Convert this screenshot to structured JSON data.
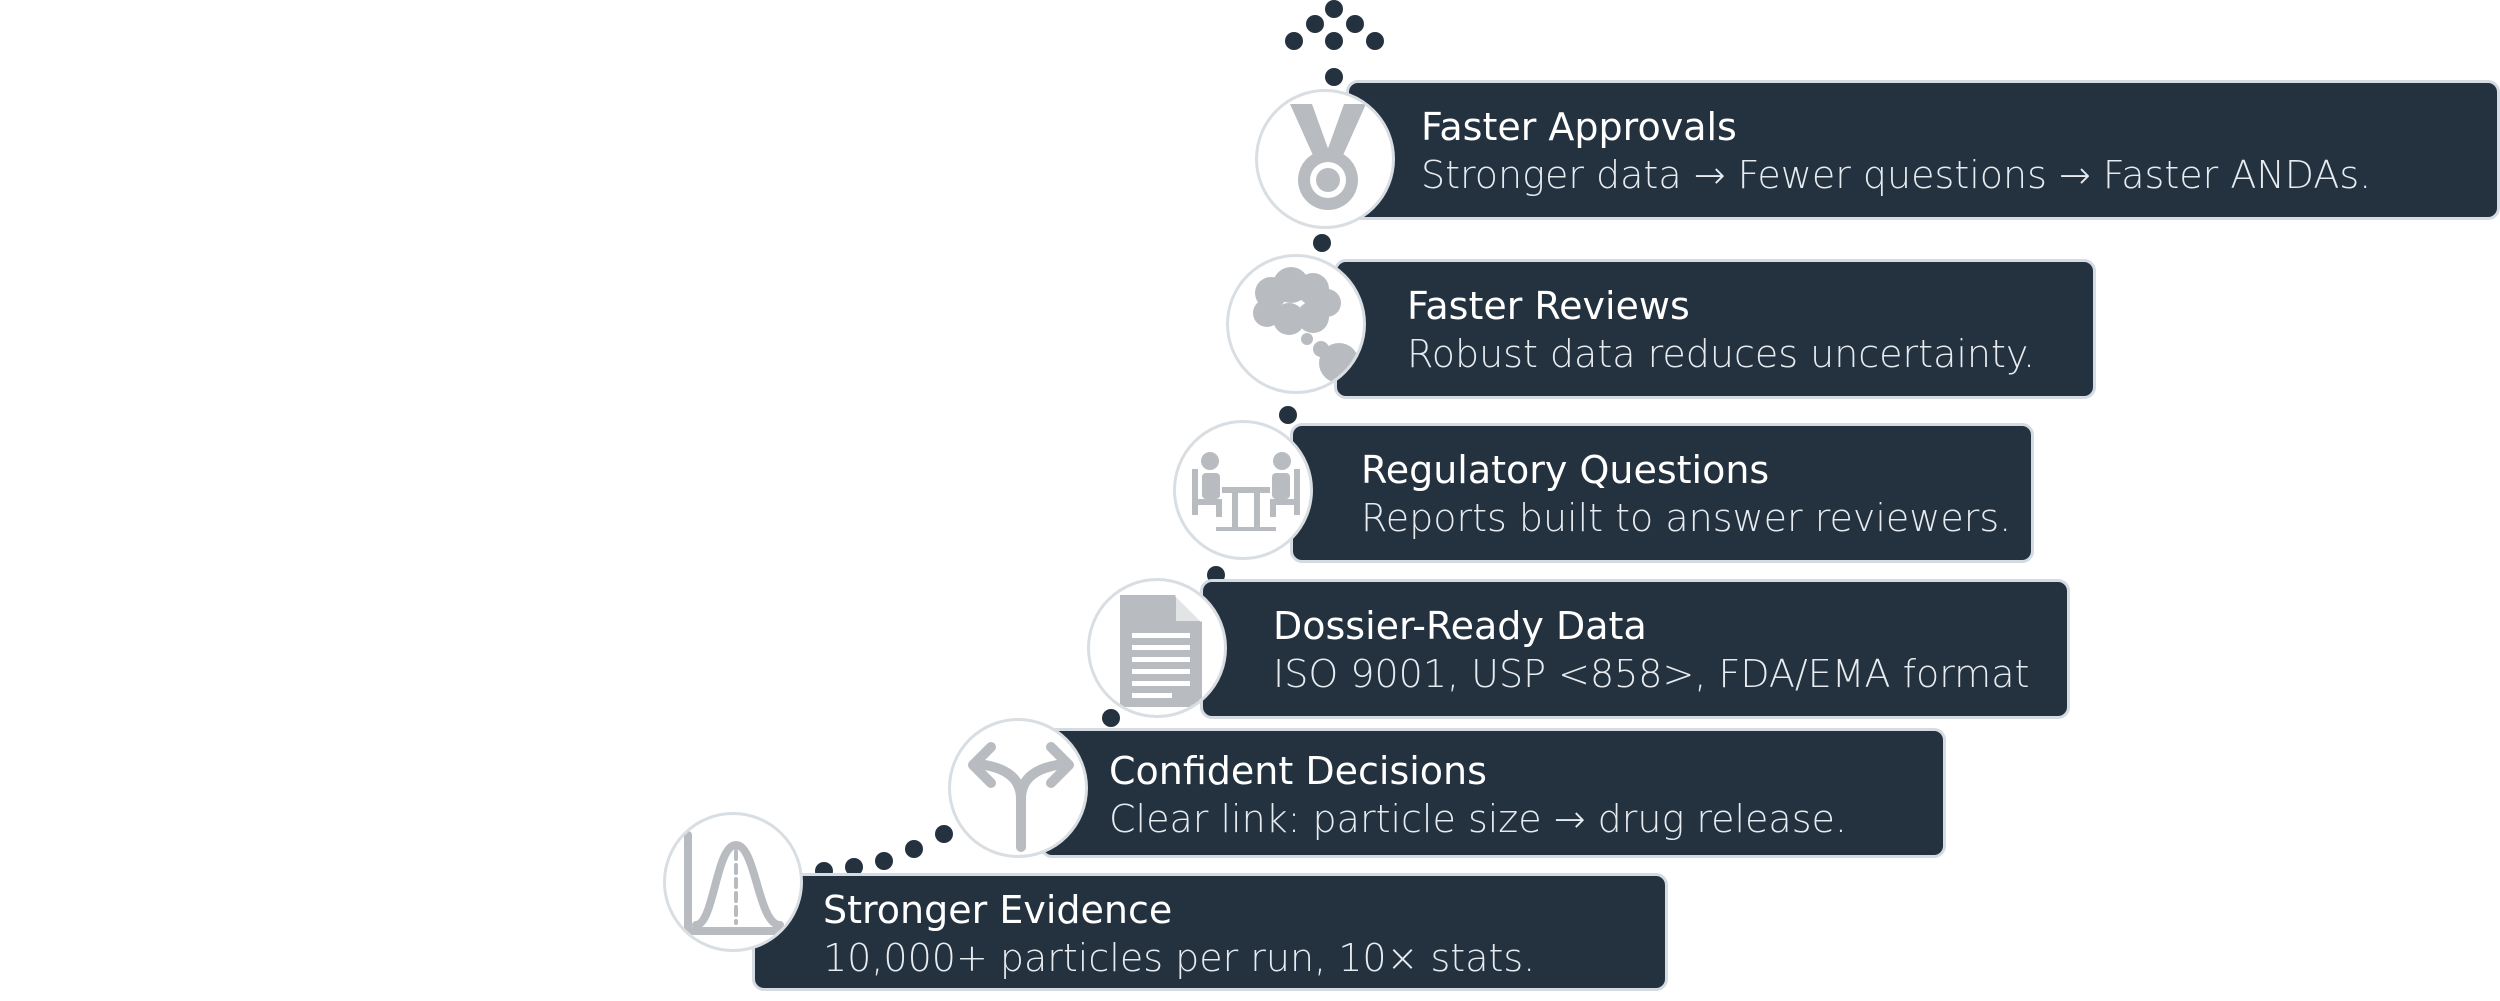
{
  "steps": [
    {
      "title": "Faster Approvals",
      "subtitle": "Stronger data → Fewer questions → Faster ANDAs.",
      "icon": "medal-icon"
    },
    {
      "title": "Faster Reviews",
      "subtitle": "Robust data reduces uncertainty.",
      "icon": "thought-cloud-icon"
    },
    {
      "title": "Regulatory Questions",
      "subtitle": "Reports built to answer reviewers.",
      "icon": "meeting-icon"
    },
    {
      "title": "Dossier-Ready Data",
      "subtitle": "ISO 9001, USP <858>, FDA/EMA format",
      "icon": "document-icon"
    },
    {
      "title": "Confident Decisions",
      "subtitle": "Clear link: particle size → drug release.",
      "icon": "fork-arrows-icon"
    },
    {
      "title": "Stronger Evidence",
      "subtitle": "10,000+ particles per run, 10× stats.",
      "icon": "distribution-curve-icon"
    }
  ],
  "colors": {
    "bar": "#243240",
    "icon": "#b8bcc0",
    "ring": "#d9dee3"
  }
}
